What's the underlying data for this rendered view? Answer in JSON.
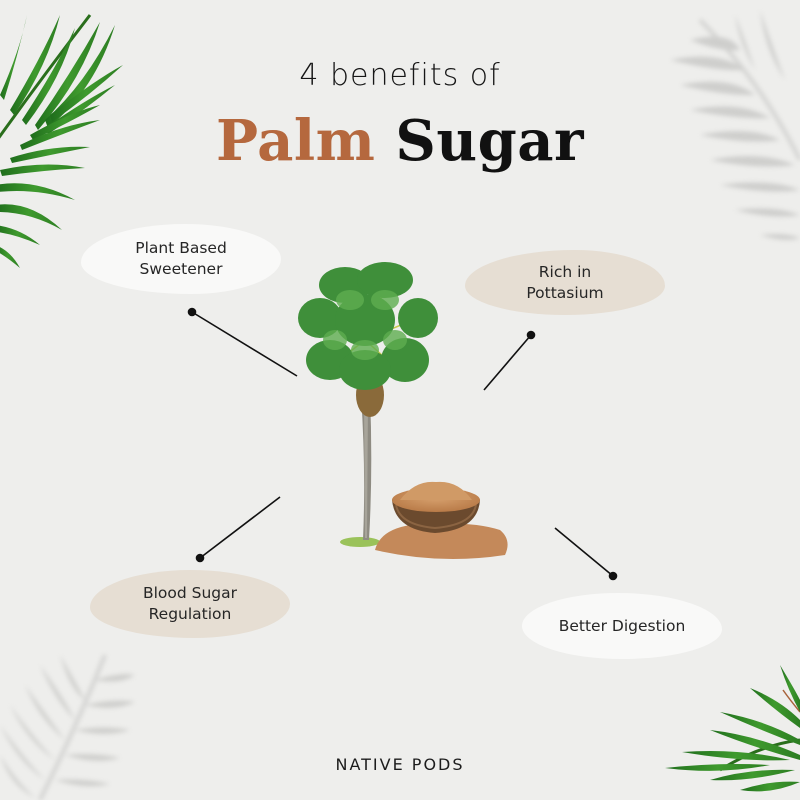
{
  "header": {
    "subtitle": "4 benefits of",
    "title_accent": "Palm",
    "title_rest": "Sugar"
  },
  "benefits": [
    {
      "label": "Plant Based\nSweetener",
      "style": "white"
    },
    {
      "label": "Rich in\nPottasium",
      "style": "beige"
    },
    {
      "label": "Blood Sugar\nRegulation",
      "style": "beige"
    },
    {
      "label": "Better Digestion",
      "style": "white"
    }
  ],
  "footer": {
    "brand": "NATIVE PODS"
  },
  "colors": {
    "background": "#eeeeec",
    "accent": "#b5683e",
    "blob_white": "#f9f9f8",
    "blob_beige": "#e6ded3",
    "text": "#161616"
  },
  "icons": {
    "top_left": "palm-leaf-green",
    "top_right": "palm-leaf-shadow",
    "bottom_left": "palm-leaf-shadow",
    "bottom_right": "palm-leaf-green",
    "center": "palm-tree",
    "center_product": "palm-sugar-bowl"
  }
}
